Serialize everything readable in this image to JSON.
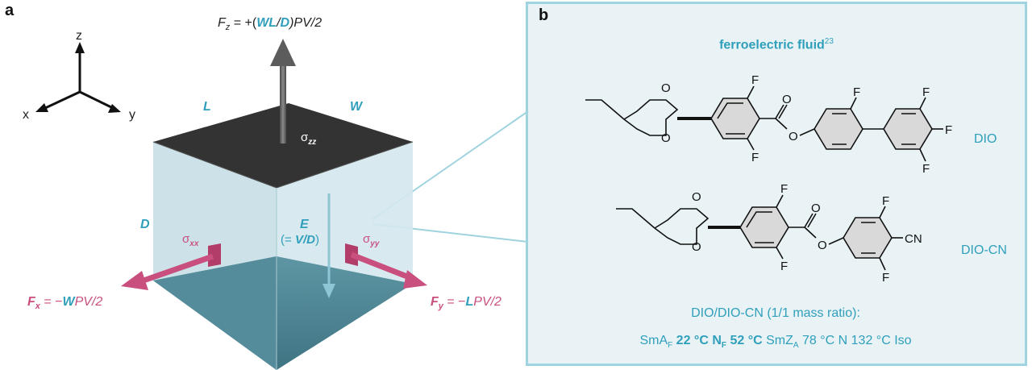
{
  "panel_a": {
    "label": "a",
    "axes": {
      "x": "x",
      "y": "y",
      "z": "z"
    },
    "edges": {
      "L": "L",
      "W": "W",
      "D": "D"
    },
    "fz": {
      "F": "F",
      "sub": "z",
      "pre": " = +(",
      "W": "W",
      "L": "L",
      "slash": "/",
      "D": "D",
      "post": ")PV/2"
    },
    "fx": {
      "F": "F",
      "sub": "x",
      "eq": " = −",
      "W": "W",
      "post": "PV/2"
    },
    "fy": {
      "F": "F",
      "sub": "y",
      "eq": " = −",
      "L": "L",
      "post": "PV/2"
    },
    "sigma_zz": {
      "s": "σ",
      "sub": "zz"
    },
    "sigma_xx": {
      "s": "σ",
      "sub": "xx"
    },
    "sigma_yy": {
      "s": "σ",
      "sub": "yy"
    },
    "E": {
      "label": "E",
      "eq_open": "(= ",
      "V": "V",
      "slash": "/",
      "D": "D",
      "eq_close": ")"
    }
  },
  "panel_b": {
    "label": "b",
    "title": "ferroelectric fluid",
    "title_ref": "23",
    "molecule1": {
      "name": "DIO",
      "atoms": {
        "F": "F",
        "O": "O"
      }
    },
    "molecule2": {
      "name": "DIO-CN",
      "atoms": {
        "F": "F",
        "O": "O",
        "CN": "CN"
      }
    },
    "mixture": "DIO/DIO-CN (1/1 mass ratio):",
    "phases": {
      "smaf": "SmA",
      "smaf_sub": "F",
      "t1": "22 °C",
      "nf": "N",
      "nf_sub": "F",
      "t2": "52 °C",
      "smza": "SmZ",
      "smza_sub": "A",
      "rest": "78 °C N 132 °C Iso"
    }
  },
  "colors": {
    "teal": "#2f9fbb",
    "pink": "#c94f7e",
    "panel_bg": "#e9f3f6",
    "panel_border": "#9fd3df"
  }
}
